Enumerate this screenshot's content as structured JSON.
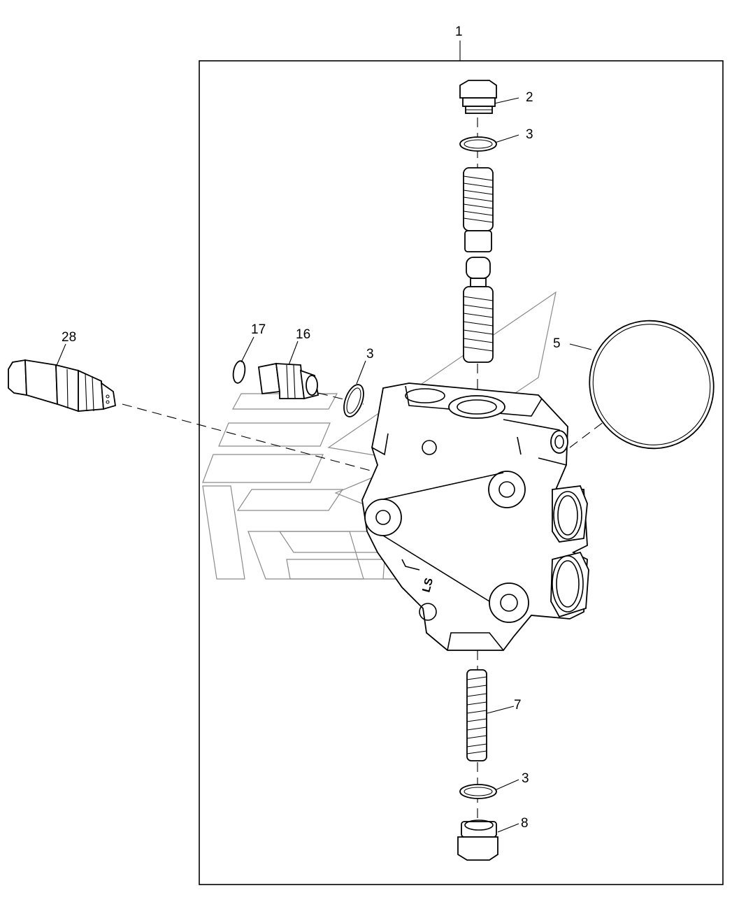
{
  "diagram": {
    "colors": {
      "line": "#000000",
      "watermark": "#8a8a8a",
      "background": "#ffffff"
    },
    "body_marking": "LS",
    "callouts": [
      {
        "id": "c1",
        "label": "1"
      },
      {
        "id": "c2",
        "label": "2"
      },
      {
        "id": "c3a",
        "label": "3"
      },
      {
        "id": "c3b",
        "label": "3"
      },
      {
        "id": "c3c",
        "label": "3"
      },
      {
        "id": "c5",
        "label": "5"
      },
      {
        "id": "c7",
        "label": "7"
      },
      {
        "id": "c8",
        "label": "8"
      },
      {
        "id": "c16",
        "label": "16"
      },
      {
        "id": "c17",
        "label": "17"
      },
      {
        "id": "c28",
        "label": "28"
      }
    ]
  }
}
